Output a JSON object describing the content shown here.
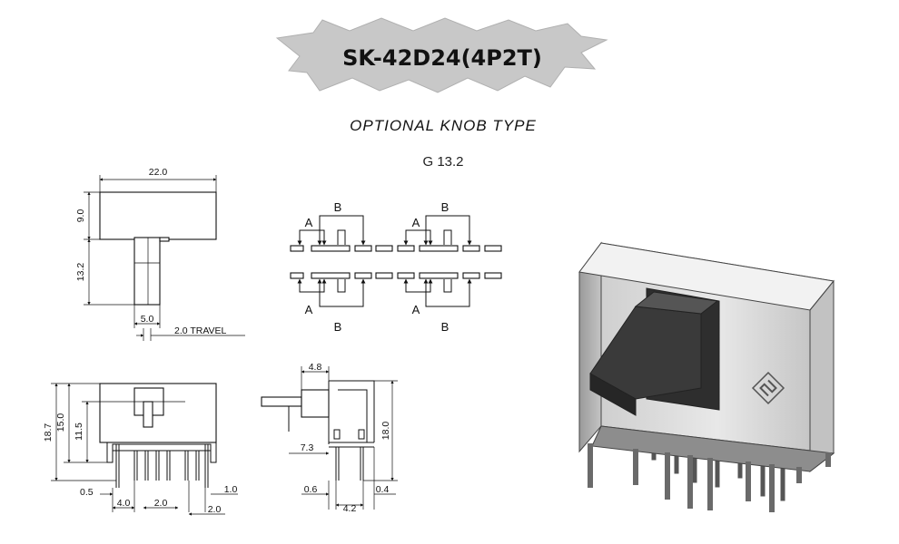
{
  "title": "SK-42D24(4P2T)",
  "subtitle": "OPTIONAL KNOB TYPE",
  "knob_code": "G 13.2",
  "top_view": {
    "width": "22.0",
    "height": "9.0",
    "shaft_height": "13.2",
    "shaft_width": "5.0",
    "travel": "2.0 TRAVEL"
  },
  "circuit": {
    "label_a": "A",
    "label_b": "B"
  },
  "front_view": {
    "h1": "18.7",
    "h2": "15.0",
    "h3": "11.5",
    "d1": "0.5",
    "d2": "4.0",
    "d3": "2.0",
    "d4": "2.0",
    "d5": "1.0"
  },
  "side_view": {
    "top": "4.8",
    "left": "7.3",
    "height": "18.0",
    "b1": "0.6",
    "b2": "4.2",
    "b3": "0.4"
  },
  "colors": {
    "line": "#111111",
    "badge": "#c8c8c8",
    "body": "#d9d9d9",
    "knob": "#3a3a3a"
  },
  "icons": {
    "logo": "logo-mark-icon"
  }
}
